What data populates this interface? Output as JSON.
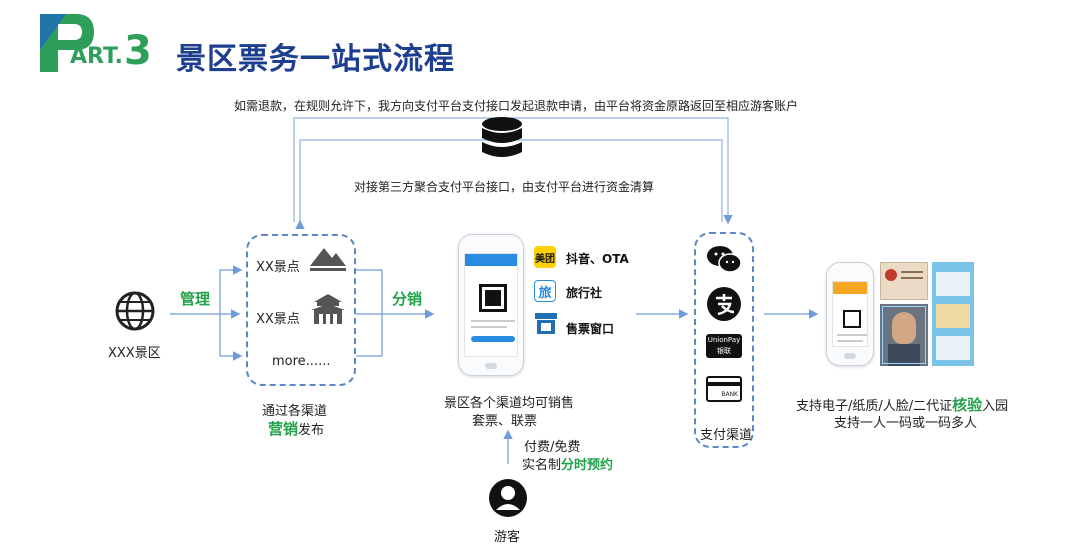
{
  "header": {
    "logo_letter": "P",
    "logo_word": "ART.",
    "logo_number": "3",
    "title": "景区票务一站式流程"
  },
  "notes": {
    "refund": "如需退款，在规则允许下，我方向支付平台支付接口发起退款申请，由平台将资金原路返回至相应游客账户",
    "clearing": "对接第三方聚合支付平台接口，由支付平台进行资金清算"
  },
  "scenic": {
    "label": "XXX景区",
    "manage": "管理"
  },
  "publish": {
    "items": [
      "XX景点",
      "XX景点",
      "more......"
    ],
    "distribute": "分销",
    "caption_line1": "通过各渠道",
    "caption_highlight": "营销",
    "caption_rest": "发布"
  },
  "channels": {
    "items": [
      {
        "icon": "美团",
        "label": "抖音、OTA"
      },
      {
        "icon": "旅",
        "label": "旅行社"
      },
      {
        "icon": "",
        "label": "售票窗口"
      }
    ],
    "caption_line1": "景区各个渠道均可销售",
    "caption_line2": "套票、联票"
  },
  "tourist": {
    "line1": "付费/免费",
    "line2_prefix": "实名制",
    "line2_highlight": "分时预约",
    "label": "游客"
  },
  "payment": {
    "label": "支付渠道",
    "icons": [
      "wechat-pay",
      "alipay",
      "unionpay",
      "bank-card"
    ],
    "unionpay_text": "UnionPay",
    "unionpay_sub": "银联",
    "bank_text": "BANK"
  },
  "verify": {
    "line1_prefix": "支持电子/纸质/人脸/二代证",
    "line1_highlight": "核验",
    "line1_suffix": "入园",
    "line2": "支持一人一码或一码多人"
  },
  "colors": {
    "title": "#1e3f8f",
    "accent_green": "#22a34a",
    "dashed_border": "#5b86c8",
    "arrow": "#6f9bd8"
  }
}
